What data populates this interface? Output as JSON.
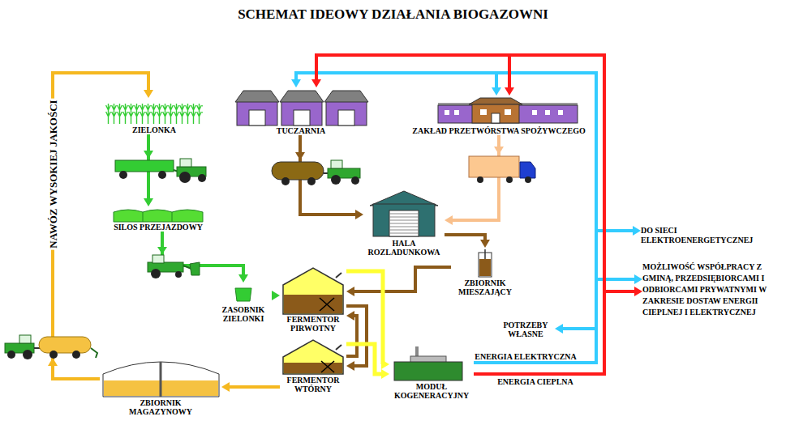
{
  "diagram": {
    "title": "SCHEMAT IDEOWY DZIAŁANIA BIOGAZOWNI",
    "nodes": [
      {
        "text": [
          "ZIELONKA"
        ]
      },
      {
        "text": [
          "TUCZARNIA"
        ]
      },
      {
        "text": [
          "ZAKŁAD PRZETWÓRSTWA SPOŻYWCZEGO"
        ]
      },
      {
        "text": [
          "SILOS PRZEJAZDOWY"
        ]
      },
      {
        "text": [
          "HALA ROZLADUNKOWA"
        ]
      },
      {
        "text": [
          "DO SIECI ELEKTROENERGETYCZNEJ"
        ]
      },
      {
        "text": [
          "ZBIORNIK MIESZAJĄCY"
        ]
      },
      {
        "text": [
          "MOŻLIWOŚĆ WSPÓŁPRACY Z GMINĄ, PRZEDSIĘBIORCAMI I ODBIORCAMI PRYWATNYMI W ZAKRESIE DOSTAW ENERGII CIEPLNEJ I ELEKTRYCZNEJ"
        ]
      },
      {
        "text": [
          "ZASOBNIK ZIELONKI"
        ]
      },
      {
        "text": [
          "FERMENTOR PIRWOTNY"
        ]
      },
      {
        "text": [
          "POTRZEBY WŁASNE"
        ]
      },
      {
        "text": [
          "FERMENTOR WTÓRNY"
        ]
      },
      {
        "text": [
          "MODUŁ KOGENERACYJNY"
        ]
      },
      {
        "text": [
          "ZBIORNIK MAGAZYNOWY"
        ]
      }
    ],
    "edges": [
      {
        "from": 0,
        "to": 3,
        "arrow": "to"
      },
      {
        "from": 3,
        "to": 8,
        "arrow": "to"
      },
      {
        "from": 8,
        "to": 9,
        "arrow": "to"
      },
      {
        "from": 1,
        "to": 4,
        "arrow": "to"
      },
      {
        "from": 2,
        "to": 4,
        "arrow": "to"
      },
      {
        "from": 4,
        "to": 6,
        "arrow": "to"
      },
      {
        "from": 6,
        "to": 9,
        "arrow": "to"
      },
      {
        "from": 9,
        "to": 11,
        "arrow": "to"
      },
      {
        "from": 11,
        "to": 9,
        "arrow": "to"
      },
      {
        "from": 9,
        "to": 12,
        "arrow": "to"
      },
      {
        "from": 11,
        "to": 12,
        "arrow": "to"
      },
      {
        "from": 11,
        "to": 13,
        "arrow": "to"
      },
      {
        "from": 13,
        "to": 0,
        "label": "NAWÓZ WYSOKIEJ JAKOŚCI",
        "arrow": "to"
      },
      {
        "from": 12,
        "to": 1,
        "arrow": "to"
      },
      {
        "from": 12,
        "to": 2,
        "arrow": "to"
      },
      {
        "from": 12,
        "to": 5,
        "label": "ENERGIA ELEKTRYCZNA",
        "arrow": "to"
      },
      {
        "from": 12,
        "to": 7,
        "arrow": "to"
      },
      {
        "from": 12,
        "to": 10,
        "arrow": "to"
      },
      {
        "from": 12,
        "to": 1,
        "arrow": "to"
      },
      {
        "from": 12,
        "to": 2,
        "arrow": "to"
      },
      {
        "from": 12,
        "to": 7,
        "label": "ENERGIA CIEPLNA",
        "arrow": "to"
      }
    ]
  }
}
